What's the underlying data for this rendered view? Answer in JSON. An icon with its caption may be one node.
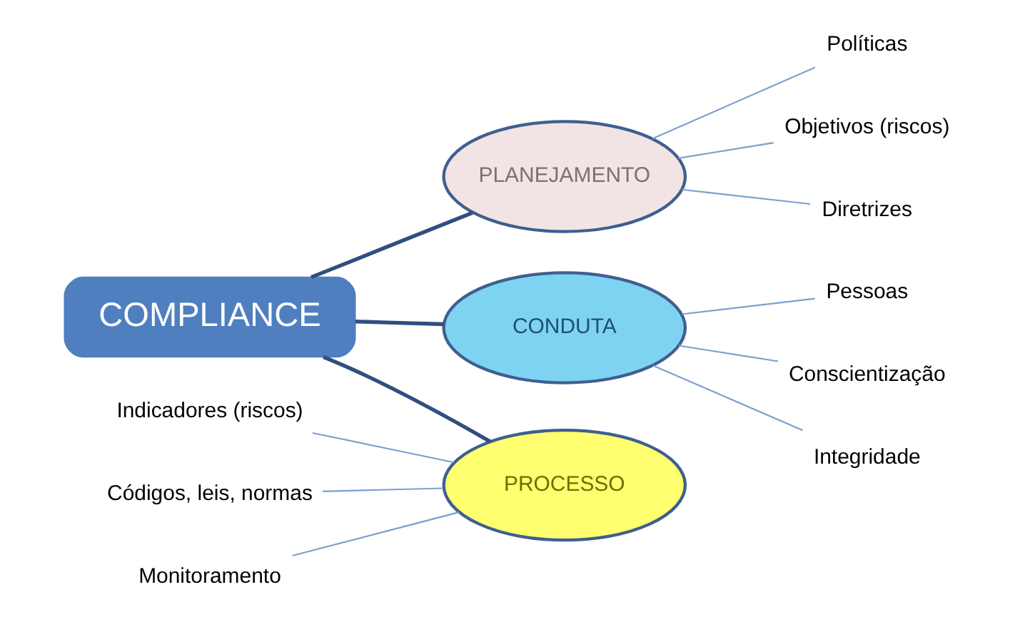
{
  "diagram": {
    "nodes": [
      {
        "text": [
          "COMPLIANCE"
        ]
      },
      {
        "text": [
          "PLANEJAMENTO"
        ]
      },
      {
        "text": [
          "Políticas"
        ]
      },
      {
        "text": [
          "Objetivos (riscos)"
        ]
      },
      {
        "text": [
          "Diretrizes"
        ]
      },
      {
        "text": [
          "Indicadores (riscos)"
        ]
      },
      {
        "text": [
          "Códigos, leis, normas"
        ]
      },
      {
        "text": [
          "PROCESSO"
        ]
      },
      {
        "text": [
          "Monitoramento"
        ]
      },
      {
        "text": [
          "CONDUTA"
        ]
      },
      {
        "text": [
          "Pessoas"
        ]
      },
      {
        "text": [
          "Conscientização"
        ]
      },
      {
        "text": [
          "Integridade"
        ]
      }
    ],
    "edges": [
      {
        "from": 0,
        "to": 1,
        "arrow": "none",
        "style": "thick",
        "color": "#2f4f7f"
      },
      {
        "from": 0,
        "to": 7,
        "arrow": "none",
        "style": "thick",
        "color": "#2f4f7f"
      },
      {
        "from": 0,
        "to": 9,
        "arrow": "none",
        "style": "thick",
        "color": "#2f4f7f"
      },
      {
        "from": 1,
        "to": 2,
        "arrow": "none"
      },
      {
        "from": 1,
        "to": 3,
        "arrow": "none"
      },
      {
        "from": 1,
        "to": 4,
        "arrow": "none"
      },
      {
        "from": 5,
        "to": 7,
        "arrow": "none"
      },
      {
        "from": 6,
        "to": 7,
        "arrow": "none"
      },
      {
        "from": 8,
        "to": 7,
        "arrow": "none"
      },
      {
        "from": 9,
        "to": 10,
        "arrow": "none"
      },
      {
        "from": 9,
        "to": 11,
        "arrow": "none"
      },
      {
        "from": 9,
        "to": 12,
        "arrow": "none"
      }
    ]
  }
}
